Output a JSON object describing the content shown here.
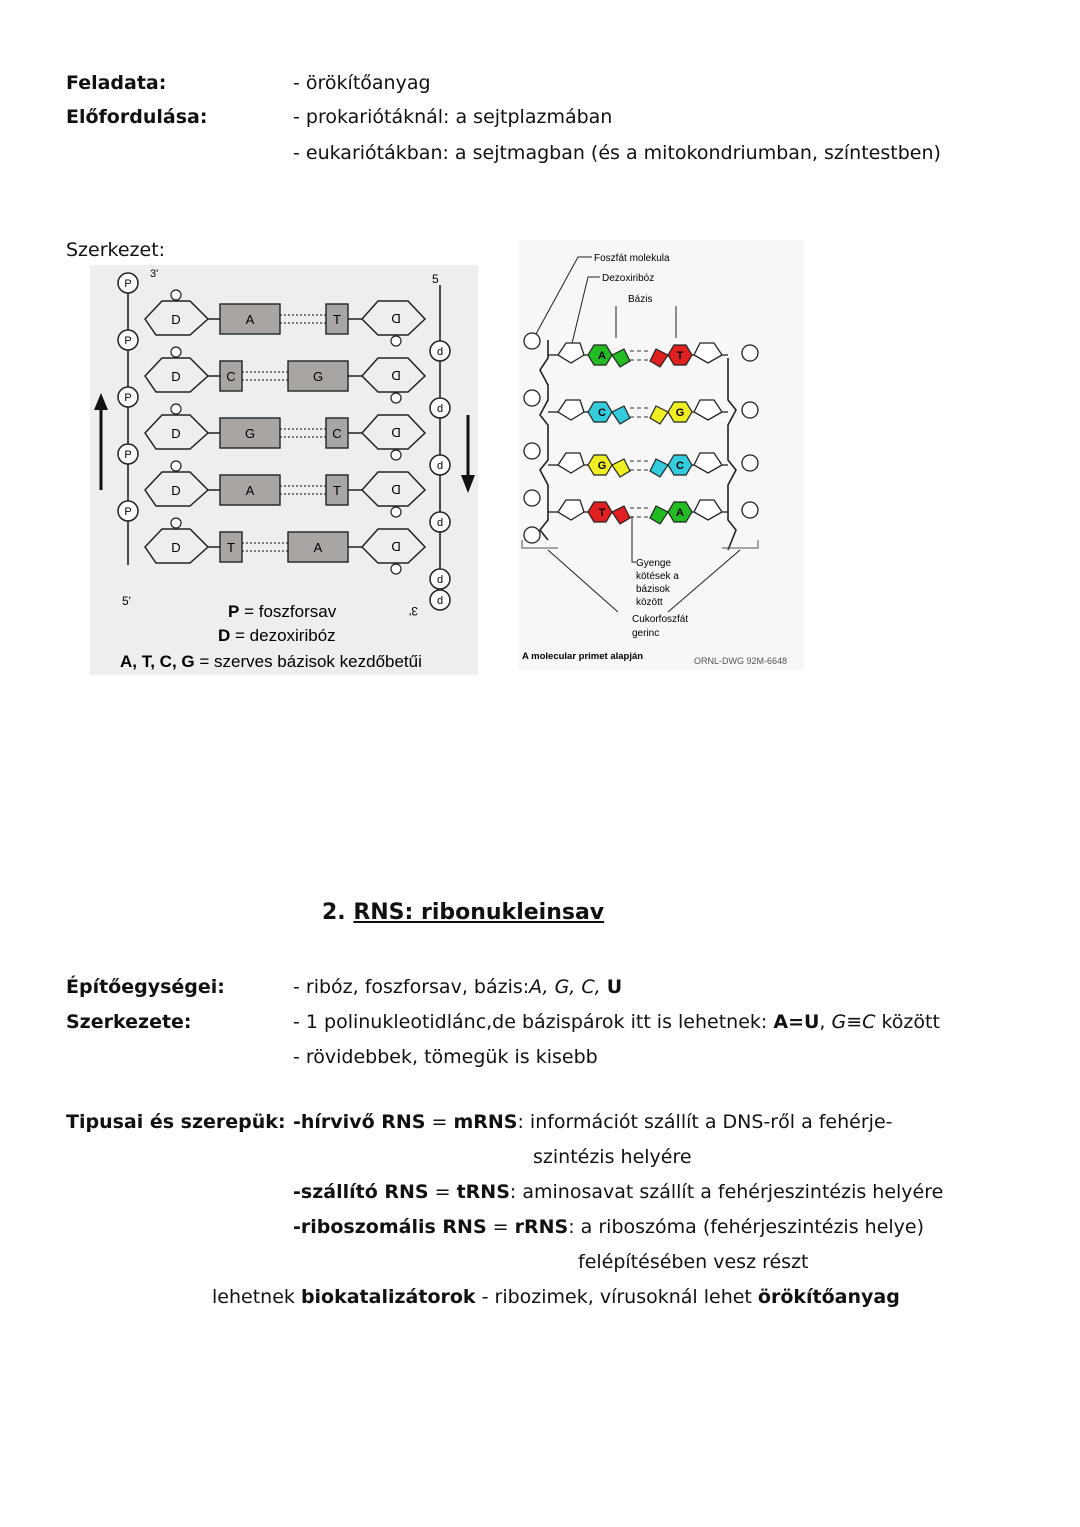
{
  "dns": {
    "feladata_label": "Feladata:",
    "feladata_value": "- örökítőanyag",
    "elofordulasa_label": "Előfordulása:",
    "elofordulasa_line1": "- prokariótáknál: a sejtplazmában",
    "elofordulasa_line2": "- eukariótákban: a sejtmagban (és a mitokondriumban, színtestben)",
    "szerkezet_label": "Szerkezet:"
  },
  "figure_left": {
    "rows": [
      {
        "left_base": "A",
        "right_base": "T"
      },
      {
        "left_base": "C",
        "right_base": "G"
      },
      {
        "left_base": "G",
        "right_base": "C"
      },
      {
        "left_base": "A",
        "right_base": "T"
      },
      {
        "left_base": "T",
        "right_base": "A"
      }
    ],
    "sugar_left": "D",
    "sugar_right": "D",
    "phosphate": "P",
    "phosphate_right": "d",
    "end_3_top": "3'",
    "end_5_top_right": "5",
    "end_5_bottom_left": "5'",
    "end_3_bottom_right": "3'",
    "legend_p_key": "P",
    "legend_p_value": " = foszforsav",
    "legend_d_key": "D",
    "legend_d_value": " = dezoxiribóz",
    "legend_bases_key": "A, T, C, G",
    "legend_bases_value": " = szerves bázisok kezdőbetűi"
  },
  "figure_right": {
    "label_phosphate": "Foszfát molekula",
    "label_deoxyribose": "Dezoxiribóz",
    "label_base": "Bázis",
    "label_weak": [
      "Gyenge",
      "kötések a",
      "bázisok",
      "között"
    ],
    "label_backbone": [
      "Cukorfoszfát",
      "gerinc"
    ],
    "credit": "A molecular primet alapján",
    "code": "ORNL-DWG 92M-6648",
    "pairs": [
      {
        "left": "A",
        "right": "T"
      },
      {
        "left": "C",
        "right": "G"
      },
      {
        "left": "G",
        "right": "C"
      },
      {
        "left": "T",
        "right": "A"
      }
    ],
    "colors": {
      "A": "#22bb22",
      "T": "#e02020",
      "C": "#33ccdd",
      "G": "#eeee22"
    }
  },
  "rns": {
    "title_num": "2. ",
    "title_text": "RNS: ribonukleinsav",
    "epito_label": "Építőegységei:",
    "epito_value_a": "- ribóz, foszforsav, bázis:",
    "epito_value_b": "A, G,  C, ",
    "epito_value_c": "U",
    "szerk_label": "Szerkezete:",
    "szerk_line1_a": "- 1 polinukleotidlánc,de bázispárok itt is lehetnek: ",
    "szerk_line1_b": "A=U",
    "szerk_line1_c": ", ",
    "szerk_line1_d": "G≡C",
    "szerk_line1_e": " között",
    "szerk_line2": "- rövidebbek, tömegük is kisebb",
    "tipus_label": "Tipusai és szerepük:",
    "m_bold1": "-hírvivő RNS",
    "m_mid": " = ",
    "m_bold2": "mRNS",
    "m_rest": ": információt szállít a DNS-ről a fehérje-",
    "m_cont": "szintézis helyére",
    "t_bold1": "-szállító RNS",
    "t_mid": " = ",
    "t_bold2": "tRNS",
    "t_rest": ": aminosavat szállít a fehérjeszintézis helyére",
    "r_bold1": "-riboszomális RNS",
    "r_mid": " = ",
    "r_bold2": "rRNS",
    "r_rest": ": a riboszóma (fehérjeszintézis helye)",
    "r_cont": "felépítésében vesz részt",
    "last_a": "lehetnek ",
    "last_b": "biokatalizátorok",
    "last_c": " - ribozimek,    vírusoknál lehet ",
    "last_d": "örökítőanyag"
  }
}
